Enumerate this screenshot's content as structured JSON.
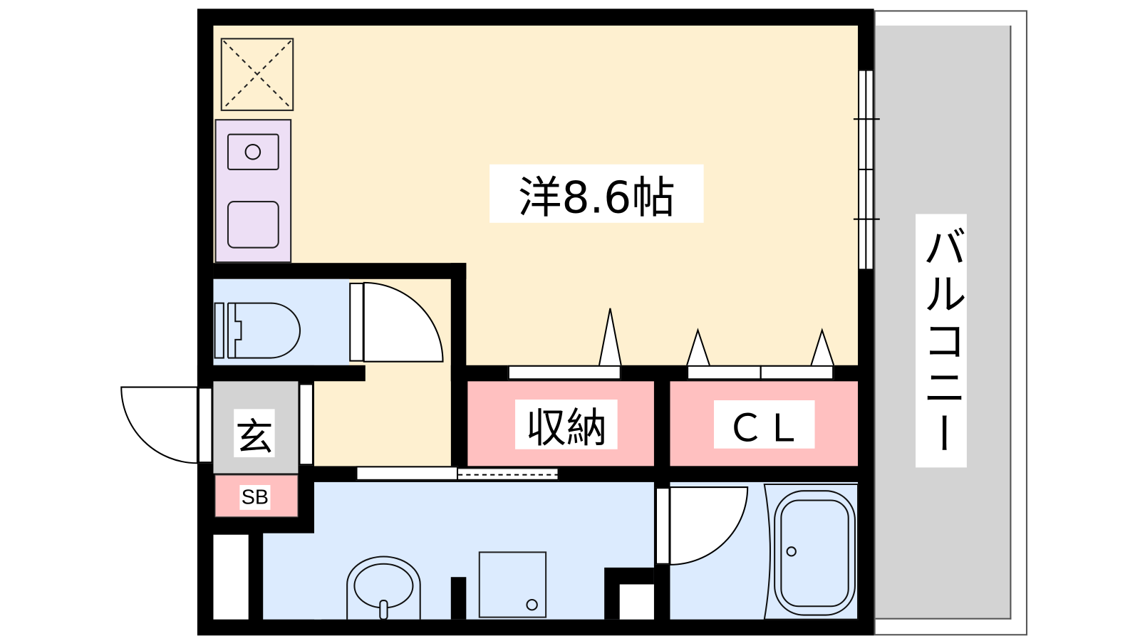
{
  "rooms": {
    "western_room": "洋8.6帖",
    "storage": "収納",
    "closet": "ＣＬ",
    "entrance": "玄",
    "shoe_box": "SB",
    "balcony": "バルコニー"
  },
  "colors": {
    "living": "#FEF0D0",
    "wet_area": "#DCEBFE",
    "storage": "#FFC0C0",
    "entrance": "#D3D3D3",
    "kitchen": "#EDDFF5"
  }
}
